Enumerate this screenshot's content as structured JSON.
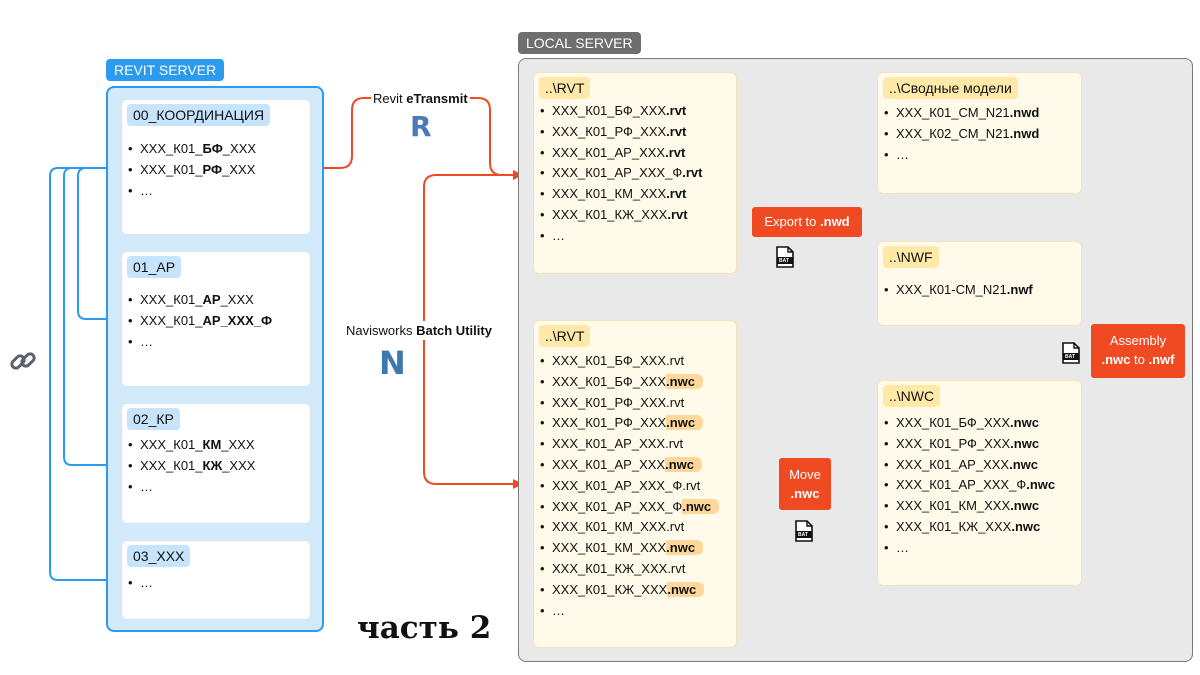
{
  "revit_server": {
    "title": "REVIT SERVER",
    "folders": [
      {
        "name": "00_КООРДИНАЦИЯ",
        "items": [
          [
            "ХХХ_К01_",
            "БФ",
            "_ХХХ"
          ],
          [
            "ХХХ_К01_",
            "РФ",
            "_ХХХ"
          ],
          [
            "…",
            "",
            ""
          ]
        ]
      },
      {
        "name": "01_АР",
        "items": [
          [
            "ХХХ_К01_",
            "АР",
            "_ХХХ"
          ],
          [
            "ХХХ_К01_",
            "АР_ХХХ_Ф",
            ""
          ],
          [
            "…",
            "",
            ""
          ]
        ]
      },
      {
        "name": "02_КР",
        "items": [
          [
            "ХХХ_К01_",
            "КМ",
            "_ХХХ"
          ],
          [
            "ХХХ_К01_",
            "КЖ",
            "_ХХХ"
          ],
          [
            "…",
            "",
            ""
          ]
        ]
      },
      {
        "name": "03_ХХХ",
        "items": [
          [
            "…",
            "",
            ""
          ]
        ]
      }
    ]
  },
  "local_server": {
    "title": "LOCAL SERVER",
    "rvt_top": {
      "name": "..\\RVT",
      "items": [
        [
          "ХХХ_К01_БФ_ХХХ",
          ".rvt"
        ],
        [
          "ХХХ_К01_РФ_ХХХ",
          ".rvt"
        ],
        [
          "ХХХ_К01_АР_ХХХ",
          ".rvt"
        ],
        [
          "ХХХ_К01_АР_ХХХ_Ф",
          ".rvt"
        ],
        [
          "ХХХ_К01_КМ_ХХХ",
          ".rvt"
        ],
        [
          "ХХХ_К01_КЖ_ХХХ",
          ".rvt"
        ],
        [
          "…",
          ""
        ]
      ]
    },
    "rvt_bottom": {
      "name": "..\\RVT",
      "items": [
        [
          "ХХХ_К01_БФ_ХХХ.rvt",
          ""
        ],
        [
          "ХХХ_К01_БФ_ХХХ",
          ".nwc"
        ],
        [
          "ХХХ_К01_РФ_ХХХ.rvt",
          ""
        ],
        [
          "ХХХ_К01_РФ_ХХХ",
          ".nwc"
        ],
        [
          "ХХХ_К01_АР_ХХХ.rvt",
          ""
        ],
        [
          "ХХХ_К01_АР_ХХХ",
          ".nwc"
        ],
        [
          "ХХХ_К01_АР_ХХХ_Ф.rvt",
          ""
        ],
        [
          "ХХХ_К01_АР_ХХХ_Ф",
          ".nwc"
        ],
        [
          "ХХХ_К01_КМ_ХХХ.rvt",
          ""
        ],
        [
          "ХХХ_К01_КМ_ХХХ",
          ".nwc"
        ],
        [
          "ХХХ_К01_КЖ_ХХХ.rvt",
          ""
        ],
        [
          "ХХХ_К01_КЖ_ХХХ",
          ".nwc"
        ],
        [
          "…",
          ""
        ]
      ]
    },
    "summary": {
      "name": "..\\Сводные модели",
      "items": [
        [
          "ХХХ_К01_СМ_N21",
          ".nwd"
        ],
        [
          "ХХХ_К02_СМ_N21",
          ".nwd"
        ],
        [
          "…",
          ""
        ]
      ]
    },
    "nwf": {
      "name": "..\\NWF",
      "items": [
        [
          "ХХХ_К01-СМ_N21",
          ".nwf"
        ]
      ]
    },
    "nwc": {
      "name": "..\\NWC",
      "items": [
        [
          "ХХХ_К01_БФ_ХХХ",
          ".nwc"
        ],
        [
          "ХХХ_К01_РФ_ХХХ",
          ".nwc"
        ],
        [
          "ХХХ_К01_АР_ХХХ",
          ".nwc"
        ],
        [
          "ХХХ_К01_АР_ХХХ_Ф",
          ".nwc"
        ],
        [
          "ХХХ_К01_КМ_ХХХ",
          ".nwc"
        ],
        [
          "ХХХ_К01_КЖ_ХХХ",
          ".nwc"
        ],
        [
          "…",
          ""
        ]
      ]
    }
  },
  "labels": {
    "revit_etransmit_plain": "Revit ",
    "revit_etransmit_bold": "eTransmit",
    "navis_plain": "Navisworks ",
    "navis_bold": "Batch Utility",
    "export_plain": "Export to ",
    "export_bold": ".nwd",
    "move_line1": "Move",
    "move_line2": ".nwc",
    "assembly_line1": "Assembly",
    "assembly_nwc": ".nwc",
    "assembly_to": " to ",
    "assembly_nwf": ".nwf",
    "bat": "BAT",
    "revit_logo": "R",
    "navis_logo": "N",
    "part": "часть 2"
  },
  "colors": {
    "blue": "#2b9bf0",
    "red": "#f04a23",
    "panel_blue": "#d3eafb",
    "panel_gray": "#e9e9e9",
    "card_yellow": "#fffaea",
    "label_yellow": "#ffe9a8",
    "nwc_highlight": "#ffd79a"
  },
  "icons": [
    "link-icon",
    "bat-file-icon",
    "revit-logo",
    "navisworks-logo"
  ]
}
